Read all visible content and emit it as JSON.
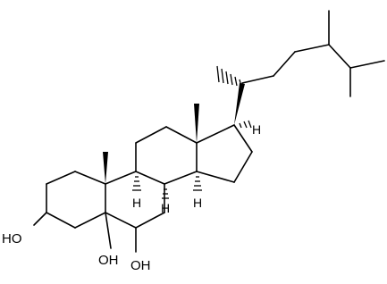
{
  "molecule": {
    "atoms": {
      "oh_c3": "HO",
      "oh_c5": "OH",
      "oh_c6": "OH",
      "h_c9": "H",
      "h_c8": "H",
      "h_c14": "H",
      "h_c17": "H"
    },
    "colors": {
      "bond": "#000000",
      "background": "#ffffff"
    }
  }
}
